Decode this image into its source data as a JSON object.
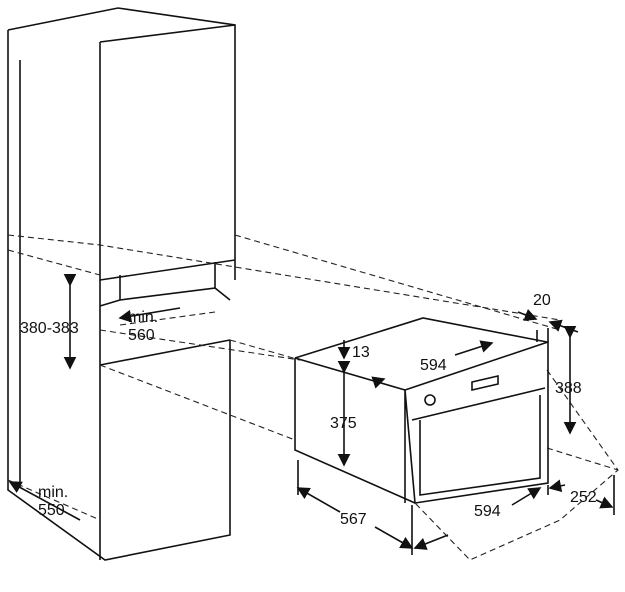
{
  "dimensions": {
    "niche_height": "380-383",
    "niche_width_prefix": "min.",
    "niche_width": "560",
    "cabinet_depth_prefix": "min.",
    "cabinet_depth": "550",
    "top_gap": "13",
    "body_width_top": "594",
    "body_height": "375",
    "front_thickness": "20",
    "front_height": "388",
    "body_depth": "567",
    "front_width": "594",
    "door_swing": "252"
  }
}
